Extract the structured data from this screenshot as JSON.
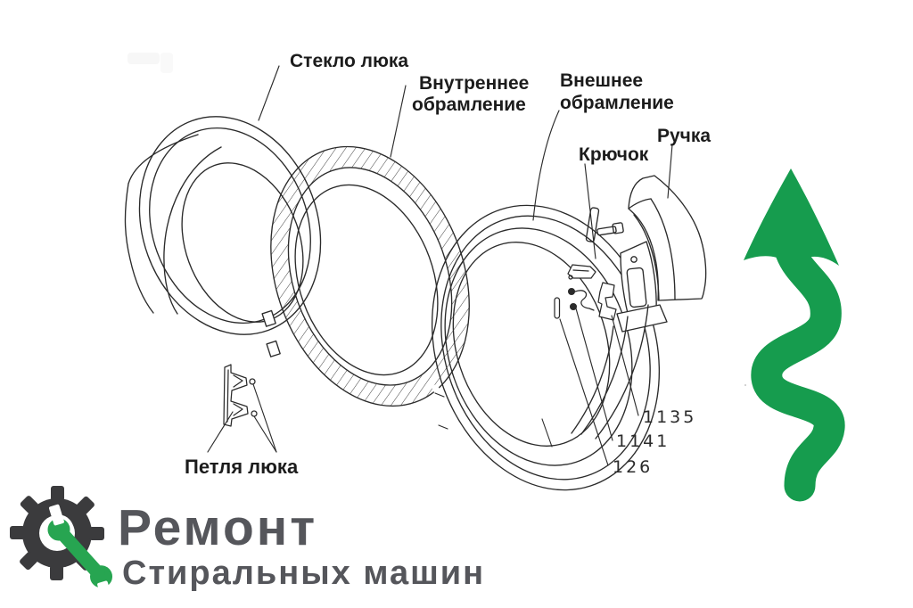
{
  "diagram": {
    "line_color": "#2b2b2b",
    "labels": {
      "glass": "Стекло люка",
      "inner_frame_line1": "Внутреннее",
      "inner_frame_line2": "обрамление",
      "outer_frame_line1": "Внешнее",
      "outer_frame_line2": "обрамление",
      "hook": "Крючок",
      "handle": "Ручка",
      "hinge": "Петля люка"
    },
    "part_numbers": {
      "latch": "1135",
      "spring": "1141",
      "pin": "126"
    }
  },
  "arrow": {
    "color": "#169c4e",
    "direction": "up"
  },
  "logo": {
    "title": "Ремонт",
    "subtitle": "Стиральных машин",
    "text_color": "#55565b",
    "gear_color": "#3b3b3d",
    "wrench_color": "#27a551"
  }
}
